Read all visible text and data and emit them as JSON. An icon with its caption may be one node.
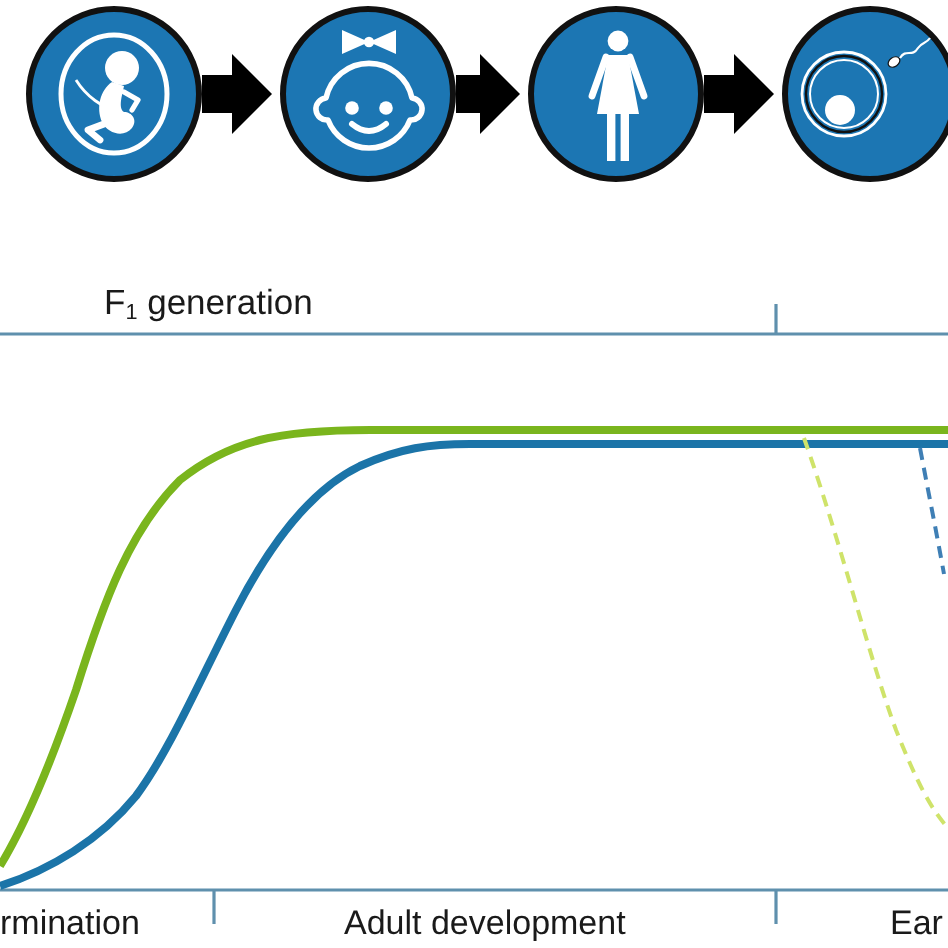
{
  "diagram": {
    "nodes": [
      {
        "text": [],
        "shape": "circle"
      },
      {
        "text": [],
        "shape": "circle"
      },
      {
        "text": [],
        "shape": "circle"
      },
      {
        "text": [],
        "shape": "circle"
      }
    ],
    "edges": [
      {
        "from": 0,
        "to": 1,
        "arrow": "to"
      },
      {
        "from": 1,
        "to": 2,
        "arrow": "to"
      },
      {
        "from": 2,
        "to": 3,
        "arrow": "to"
      }
    ],
    "labels": [
      "F$_{1}$ generation",
      "rmination",
      "Adult development",
      "Ear"
    ]
  }
}
